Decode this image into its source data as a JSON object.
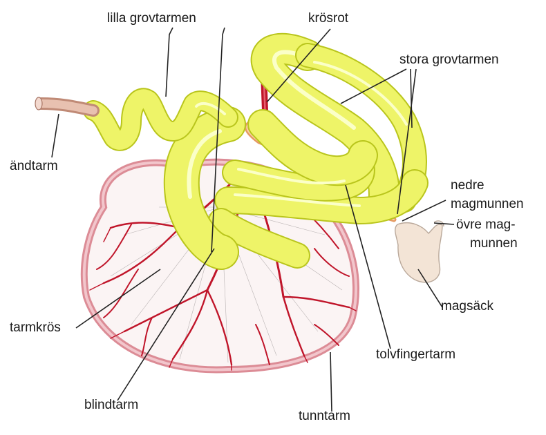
{
  "labels": {
    "lilla_grovtarmen": "lilla grovtarmen",
    "krosrot": "krösrot",
    "stora_grovtarmen": "stora grovtarmen",
    "andtarm": "ändtarm",
    "nedre_magmunnen_1": "nedre",
    "nedre_magmunnen_2": "magmunnen",
    "ovre_magmunnen_1": "övre mag-",
    "ovre_magmunnen_2": "munnen",
    "magsack": "magsäck",
    "tarmkros": "tarmkrös",
    "tolvfingertarm": "tolvfingertarm",
    "blindtarm": "blindtarm",
    "tunntarm": "tunntarm"
  },
  "colors": {
    "colon": "#e9f05c",
    "colon_outline": "#a9b41a",
    "mesentery_vessels": "#c0152a",
    "small_intestine": "#dc8c96",
    "duodenum": "#e59a62",
    "stomach": "#f3e4d6",
    "rectum": "#d9a58f"
  }
}
